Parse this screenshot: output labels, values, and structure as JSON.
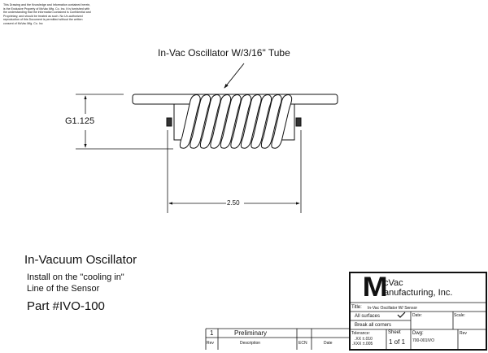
{
  "notice": "This Drawing and the Knowledge and Information contained herein, is the Exclusive Property of McVac Mfg. Co. Inc. It is furnished with the understanding that the information contained is Confidential and Proprietary, and should be treated as such. No Un-authorized reproduction of this Document is permitted without the written consent of McVac Mfg. Co. Inc",
  "drawing": {
    "callout": "In-Vac Oscillator W/3/16\" Tube",
    "height_dim": "G1.125",
    "width_dim": "2.50"
  },
  "notes": {
    "heading": "In-Vacuum Oscillator",
    "line1": "Install on the \"cooling in\"",
    "line2": "Line of the Sensor",
    "part": "Part #IVO-100"
  },
  "title_block": {
    "logo_letter": "M",
    "company_line1": "cVac",
    "company_line2": "anufacturing, Inc.",
    "title_label": "Title:",
    "title_value": "In-Vac Oscillator W/ Sensor",
    "surfaces": "All surfaces",
    "corners": "Break all corners",
    "date_label": "Date:",
    "scale_label": "Scale:",
    "tolerance_label": "Tolerance:",
    "tol_xx": ".XX  ±.010",
    "tol_xxx": ".XXX  ±.005",
    "sheet_label": "Sheet",
    "sheet_value": "1  of  1",
    "dwg_label": "Dwg:",
    "dwg_value": "700-001IVO",
    "rev_label": "Rev"
  },
  "revision_table": {
    "headers": [
      "Rev",
      "Description",
      "ECN",
      "Date"
    ],
    "rows": [
      {
        "rev": "1",
        "description": "Preliminary",
        "ecn": "",
        "date": ""
      }
    ]
  }
}
